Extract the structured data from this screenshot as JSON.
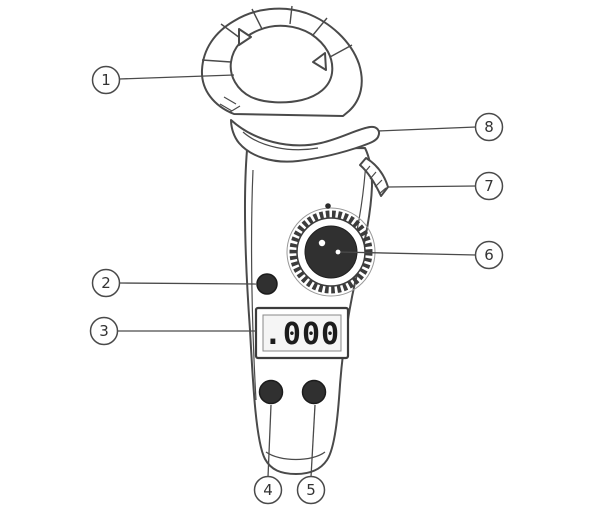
{
  "figure": {
    "type": "technical-line-diagram",
    "subject": "digital clamp meter with numbered part callouts",
    "display_value": ".000"
  },
  "colors": {
    "line": "#4a4a4a",
    "dark_fill": "#303030",
    "background": "#ffffff",
    "lcd_fill": "#f5f5f5"
  },
  "callouts": [
    {
      "label": "1"
    },
    {
      "label": "2"
    },
    {
      "label": "3"
    },
    {
      "label": "4"
    },
    {
      "label": "5"
    },
    {
      "label": "6"
    },
    {
      "label": "7"
    },
    {
      "label": "8"
    }
  ]
}
